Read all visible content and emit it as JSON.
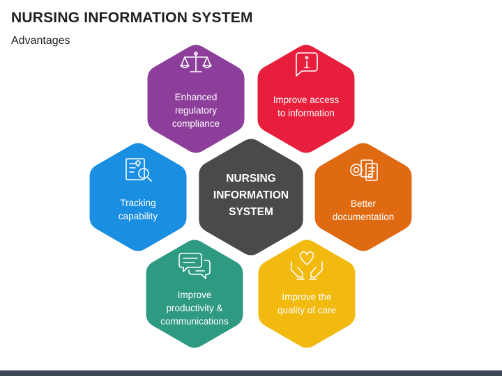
{
  "header": {
    "title": "NURSING INFORMATION SYSTEM",
    "subtitle": "Advantages"
  },
  "center": {
    "lines": [
      "NURSING",
      "INFORMATION",
      "SYSTEM"
    ],
    "color": "#4a4a4a"
  },
  "items": [
    {
      "lines": [
        "Enhanced",
        "regulatory",
        "compliance"
      ],
      "icon": "scale-icon",
      "color": "#8d3e9a"
    },
    {
      "lines": [
        "Improve access",
        "to information"
      ],
      "icon": "info-icon",
      "color": "#e81f3c"
    },
    {
      "lines": [
        "Better",
        "documentation"
      ],
      "icon": "documents-gear-icon",
      "color": "#e06a12"
    },
    {
      "lines": [
        "Improve the",
        "quality of care"
      ],
      "icon": "heart-hands-icon",
      "color": "#f2b90f"
    },
    {
      "lines": [
        "Improve",
        "productivity &",
        "communications"
      ],
      "icon": "chat-bubbles-icon",
      "color": "#2e9a82"
    },
    {
      "lines": [
        "Tracking",
        "capability"
      ],
      "icon": "map-search-icon",
      "color": "#1a8ee0"
    }
  ]
}
